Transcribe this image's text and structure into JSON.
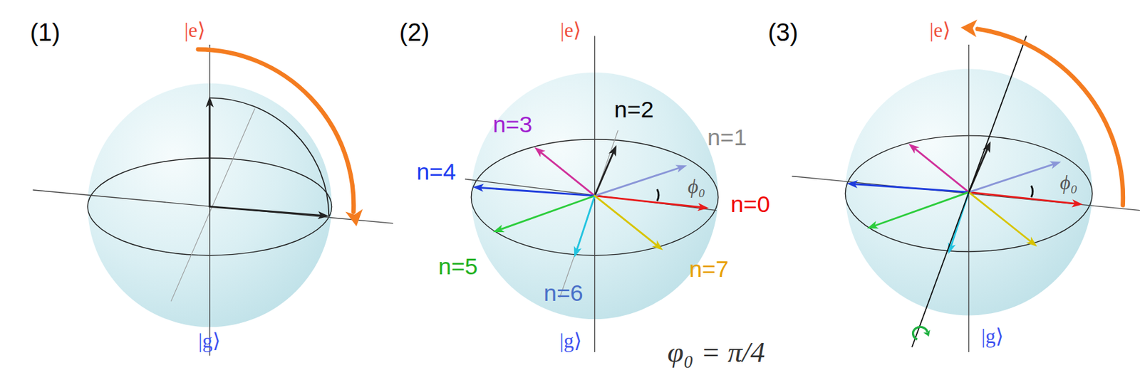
{
  "diagram": {
    "labels": [
      "(1)",
      "|e⟩",
      "|g⟩",
      "(2)",
      "|e⟩",
      "n=3",
      "n=2",
      "n=1",
      "n=4",
      "ϕ₀",
      "n=0",
      "n=5",
      "n=7",
      "n=6",
      "|g⟩",
      "φ₀ = π/4",
      "(3)",
      "|e⟩",
      "ϕ₀",
      "|g⟩"
    ]
  }
}
